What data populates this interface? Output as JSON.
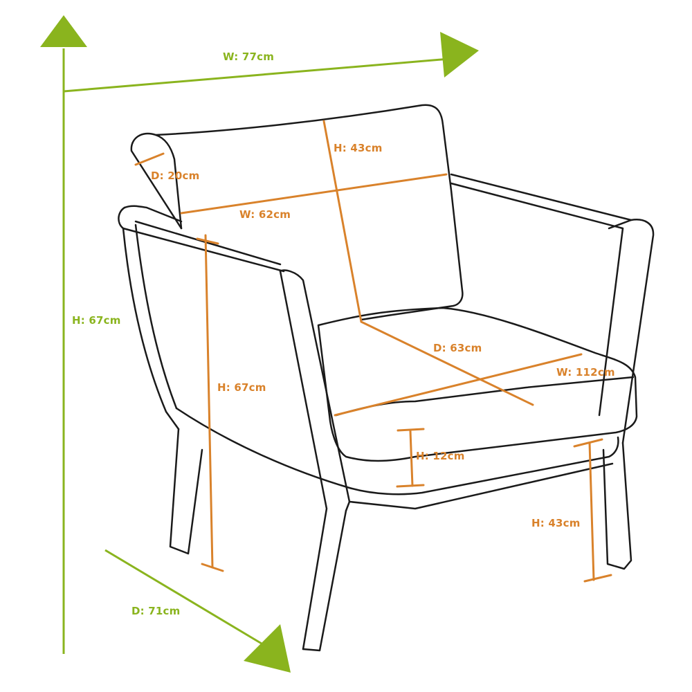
{
  "colors": {
    "overall": "#8ab41e",
    "component": "#d9822b",
    "outline": "#1a1a1a"
  },
  "overall_dimensions": {
    "width": "W: 77cm",
    "height": "H: 67cm",
    "depth": "D: 71cm"
  },
  "component_dimensions": {
    "back_cushion_height": "H: 43cm",
    "back_cushion_depth": "D: 20cm",
    "back_cushion_width": "W: 62cm",
    "armrest_height": "H: 67cm",
    "seat_depth": "D: 63cm",
    "seat_width": "W: 112cm",
    "seat_cushion_height": "H: 12cm",
    "seat_height": "H: 43cm"
  }
}
